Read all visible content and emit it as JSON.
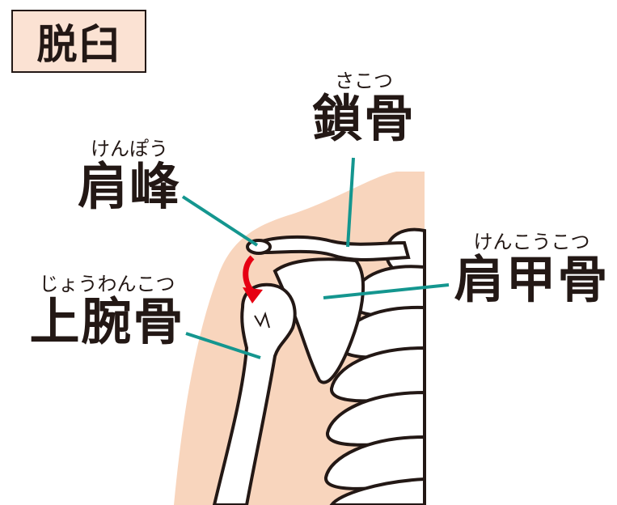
{
  "title": "脱臼",
  "labels": {
    "clavicle": {
      "reading": "さこつ",
      "name": "鎖骨"
    },
    "acromion": {
      "reading": "けんぽう",
      "name": "肩峰"
    },
    "scapula": {
      "reading": "けんこうこつ",
      "name": "肩甲骨"
    },
    "humerus": {
      "reading": "じょうわんこつ",
      "name": "上腕骨"
    }
  },
  "colors": {
    "skin": "#f8d5bd",
    "leader": "#14968f",
    "arrow": "#e60012",
    "outline": "#231815",
    "title_bg": "#fbe2d3"
  }
}
